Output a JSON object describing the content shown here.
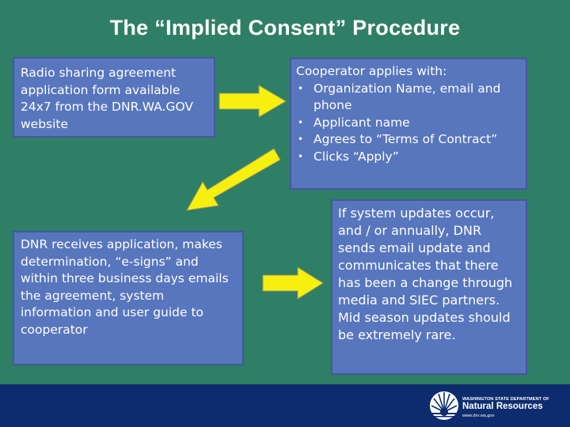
{
  "title": "The “Implied Consent” Procedure",
  "box1": {
    "text": "Radio sharing agreement application form available 24x7 from the DNR.WA.GOV website"
  },
  "box2": {
    "heading": "Cooperator applies with:",
    "bullets": [
      "Organization Name, email and phone",
      "Applicant name",
      "Agrees to “Terms of Contract”",
      "Clicks “Apply”"
    ]
  },
  "box3": {
    "text": "DNR receives application, makes determination, “e-signs” and within three business days emails the agreement, system information and user guide to cooperator"
  },
  "box4": {
    "text": "If system updates occur, and / or annually, DNR sends email update and communicates that there has been a change through media and SIEC partners.  Mid season updates should be extremely rare."
  },
  "logo": {
    "line1": "WASHINGTON STATE DEPARTMENT OF",
    "line2": "Natural Resources",
    "url": "www.dnr.wa.gov"
  },
  "colors": {
    "background": "#2f7f66",
    "box": "#5876bd",
    "arrow": "#f7f00e",
    "footer": "#0c2c6e"
  },
  "icons": [
    "arrow-right-icon",
    "arrow-down-left-icon",
    "dnr-sunburst-logo-icon"
  ]
}
